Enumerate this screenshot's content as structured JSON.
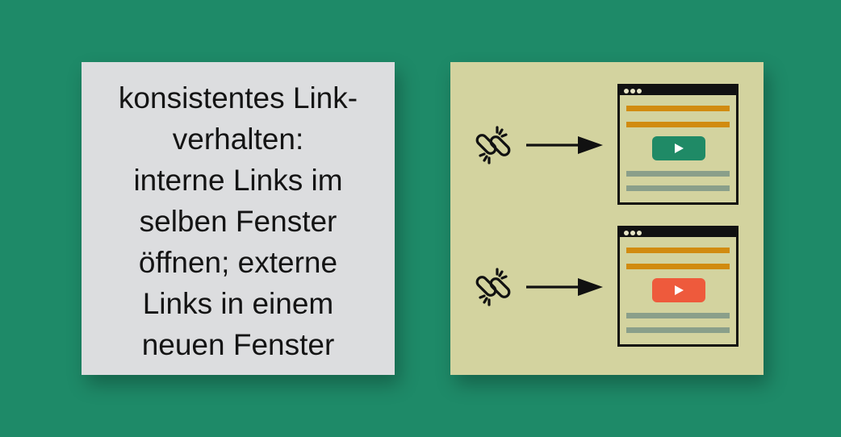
{
  "text_panel": {
    "lines": [
      "konsistentes Link-",
      "verhalten:",
      "interne Links im",
      "selben Fenster",
      "öffnen; externe",
      "Links in einem",
      "neuen Fenster"
    ]
  },
  "illustration": {
    "rows": [
      {
        "link_icon": "broken-chain-link-icon",
        "arrow_icon": "arrow-right-icon",
        "button_icon": "play-icon",
        "button_color": "#1f8a66"
      },
      {
        "link_icon": "broken-chain-link-icon",
        "arrow_icon": "arrow-right-icon",
        "button_icon": "play-icon",
        "button_color": "#ee5a3c"
      }
    ]
  },
  "colors": {
    "background": "#1e8a68",
    "text_panel": "#dcdddf",
    "illustration_panel": "#d3d39f",
    "heading_lines": "#d18b10",
    "text_lines": "#8a9f8a"
  }
}
